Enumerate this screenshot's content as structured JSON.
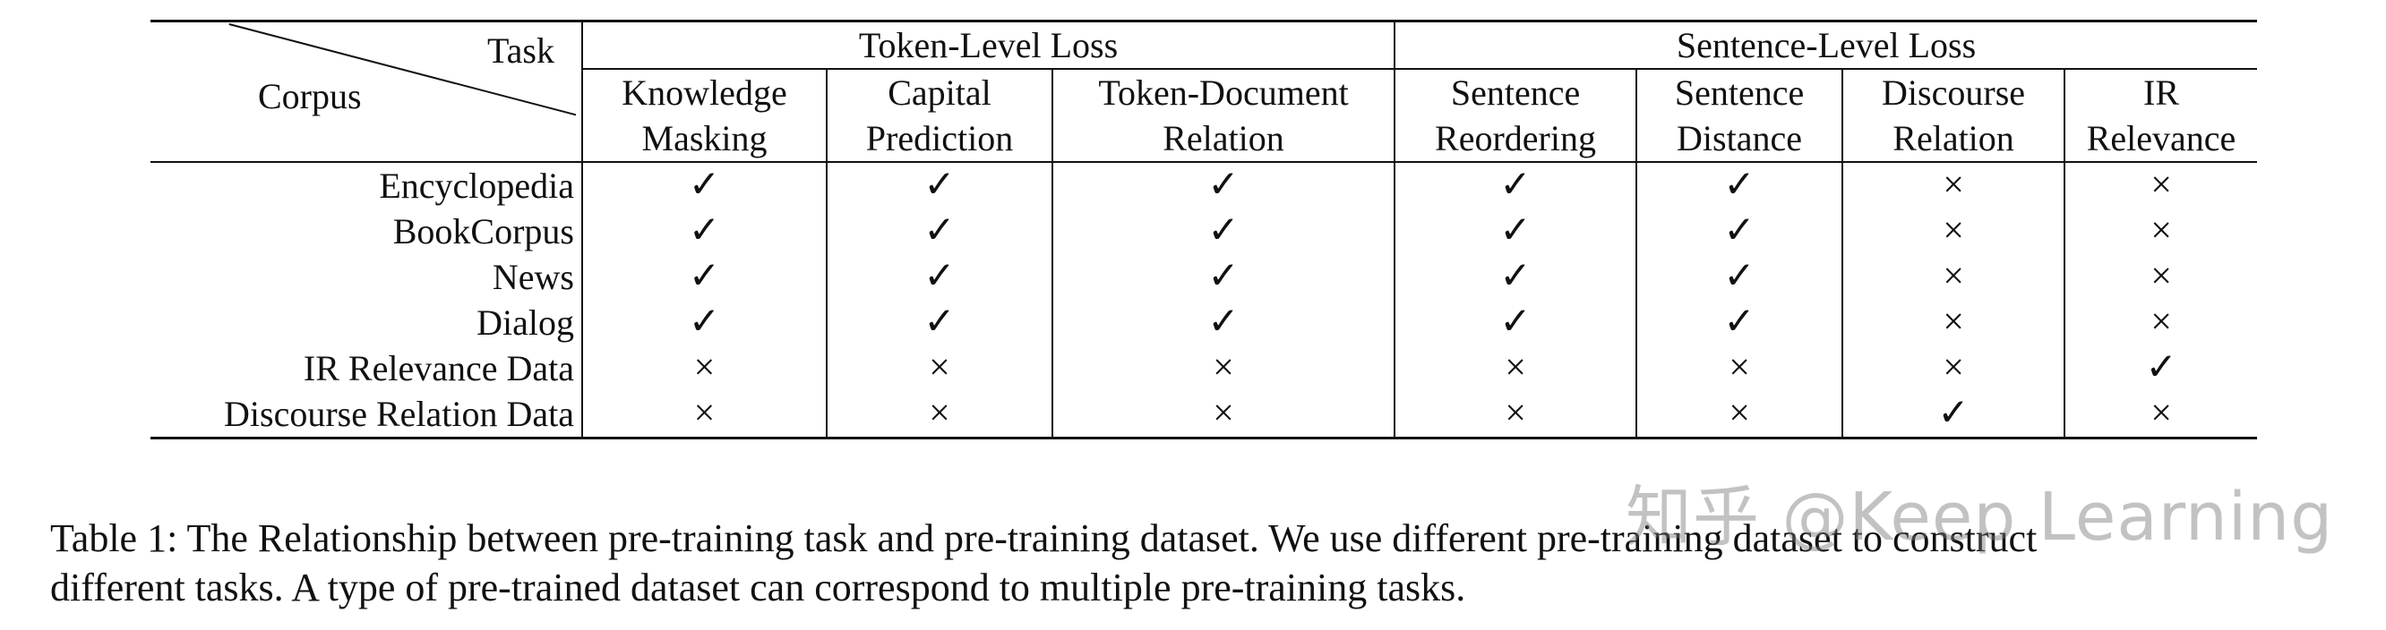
{
  "header": {
    "task_label": "Task",
    "corpus_label": "Corpus",
    "groups": [
      "Token-Level Loss",
      "Sentence-Level Loss"
    ],
    "columns": [
      [
        "Knowledge",
        "Masking"
      ],
      [
        "Capital",
        "Prediction"
      ],
      [
        "Token-Document",
        "Relation"
      ],
      [
        "Sentence",
        "Reordering"
      ],
      [
        "Sentence",
        "Distance"
      ],
      [
        "Discourse",
        "Relation"
      ],
      [
        "IR",
        "Relevance"
      ]
    ]
  },
  "symbols": {
    "check": "✓",
    "cross": "×"
  },
  "rows": [
    {
      "corpus": "Encyclopedia",
      "cells": [
        "✓",
        "✓",
        "✓",
        "✓",
        "✓",
        "×",
        "×"
      ]
    },
    {
      "corpus": "BookCorpus",
      "cells": [
        "✓",
        "✓",
        "✓",
        "✓",
        "✓",
        "×",
        "×"
      ]
    },
    {
      "corpus": "News",
      "cells": [
        "✓",
        "✓",
        "✓",
        "✓",
        "✓",
        "×",
        "×"
      ]
    },
    {
      "corpus": "Dialog",
      "cells": [
        "✓",
        "✓",
        "✓",
        "✓",
        "✓",
        "×",
        "×"
      ]
    },
    {
      "corpus": "IR Relevance Data",
      "cells": [
        "×",
        "×",
        "×",
        "×",
        "×",
        "×",
        "✓"
      ]
    },
    {
      "corpus": "Discourse Relation Data",
      "cells": [
        "×",
        "×",
        "×",
        "×",
        "×",
        "✓",
        "×"
      ]
    }
  ],
  "caption": {
    "line1": "Table 1: The Relationship between pre-training task and pre-training dataset. We use different pre-training dataset to construct",
    "line2": "different tasks. A type of pre-trained dataset can correspond to multiple pre-training tasks."
  },
  "watermark": "知乎 @Keep Learning"
}
